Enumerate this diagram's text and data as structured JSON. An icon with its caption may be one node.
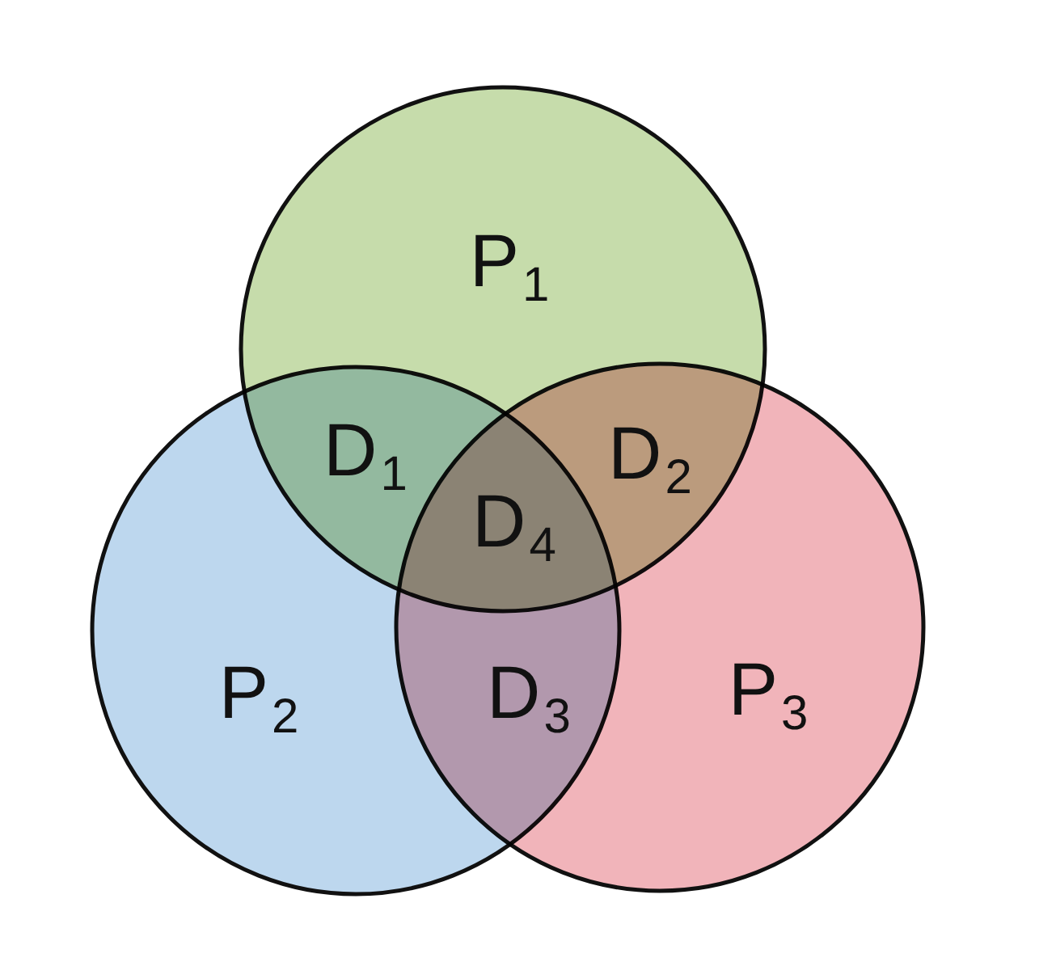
{
  "diagram": {
    "nodes": [
      {
        "text": [
          "P$_{1}$"
        ]
      },
      {
        "text": [
          "P$_{2}$"
        ]
      },
      {
        "text": [
          "P$_{3}$"
        ]
      }
    ],
    "labels": [
      "D$_{1}$",
      "D$_{2}$",
      "D$_{4}$",
      "D$_{3}$"
    ]
  }
}
